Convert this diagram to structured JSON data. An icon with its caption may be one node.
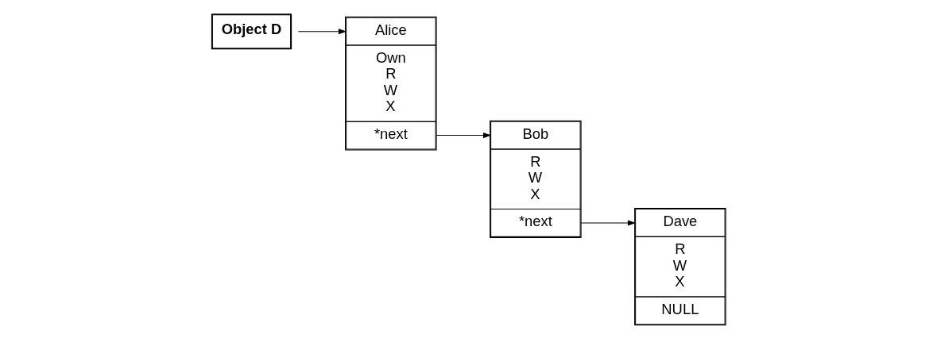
{
  "diagram": {
    "nodes": [
      {
        "text": [
          "Object D"
        ]
      },
      {
        "text": [
          "Alice",
          "Own R W X",
          "*next"
        ]
      },
      {
        "text": [
          "Bob",
          "R W X",
          "*next"
        ]
      },
      {
        "text": [
          "Dave",
          "R W X",
          "NULL"
        ]
      }
    ],
    "edges": [
      {
        "from": 0,
        "to": 1,
        "arrow": "to"
      },
      {
        "from": 1,
        "to": 2,
        "arrow": "to"
      },
      {
        "from": 2,
        "to": 3,
        "arrow": "to"
      }
    ]
  }
}
